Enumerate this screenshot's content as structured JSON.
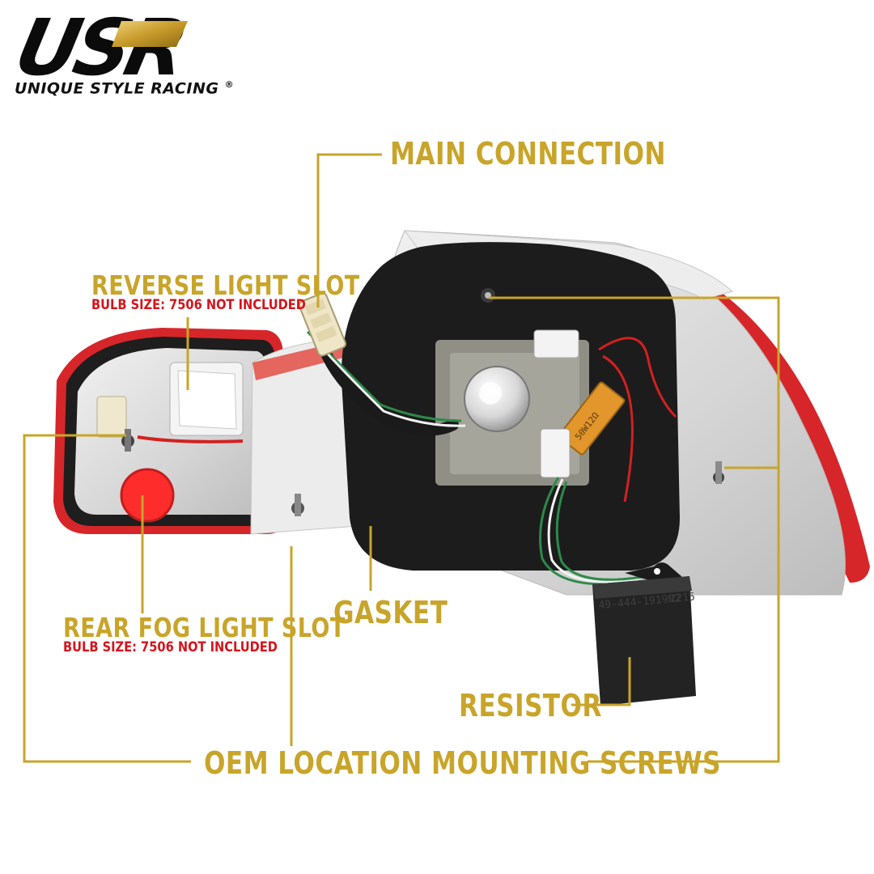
{
  "brand": {
    "logo_text": "USR",
    "tagline": "UNIQUE STYLE RACING",
    "registered_mark": "®"
  },
  "callouts": {
    "main_connection": "MAIN CONNECTION",
    "reverse_light_slot": "REVERSE LIGHT SLOT",
    "reverse_bulb_note": "BULB SIZE: 7506 NOT INCLUDED",
    "rear_fog_light_slot": "REAR FOG LIGHT SLOT",
    "fog_bulb_note": "BULB SIZE: 7506 NOT INCLUDED",
    "gasket": "GASKET",
    "resistor": "RESISTOR",
    "mounting_screws": "OEM LOCATION MOUNTING SCREWS"
  },
  "product_markings": {
    "resistor_print": "49-444-1919N2",
    "resistor_print_2": "2215",
    "load_resistor_print": "50W12Ω"
  },
  "colors": {
    "accent_gold": "#c8a52a",
    "note_red": "#d4141c",
    "lens_red": "#d6262a",
    "gasket_black": "#1c1c1c",
    "housing_silver": "#d9d9d9"
  }
}
